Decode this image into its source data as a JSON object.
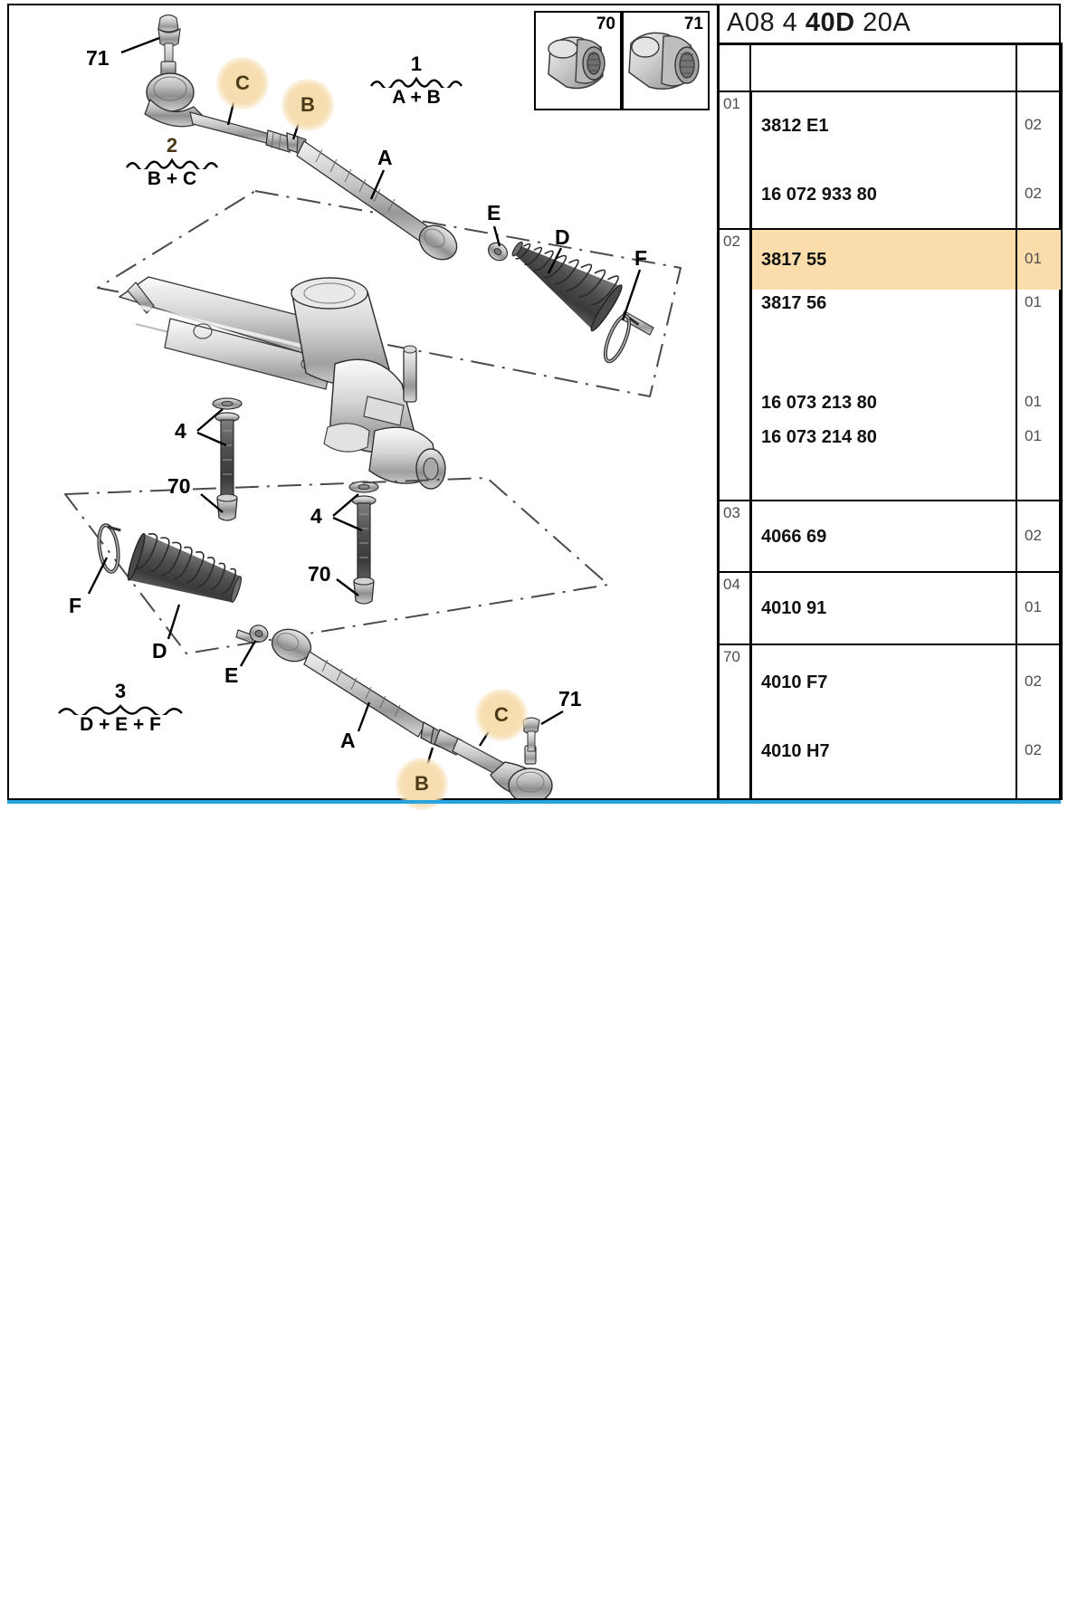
{
  "header": {
    "code_prefix": "A08",
    "code_mid": "4",
    "code_bold": "40D",
    "code_suffix": "20A",
    "full": "A08 4 40D 20A"
  },
  "thumbnails": [
    {
      "id": "thumb-70",
      "number": "70",
      "caption": "nut-fastener-thumbnail"
    },
    {
      "id": "thumb-71",
      "number": "71",
      "caption": "castellated-nut-thumbnail"
    }
  ],
  "table": {
    "quantity_column_header": "",
    "groups": [
      {
        "index": "01",
        "rows": [
          {
            "part_number": "3812 E1",
            "quantity": "02",
            "highlighted": false
          },
          {
            "part_number": "16 072 933 80",
            "quantity": "02",
            "highlighted": false
          }
        ]
      },
      {
        "index": "02",
        "rows": [
          {
            "part_number": "3817 55",
            "quantity": "01",
            "highlighted": true
          },
          {
            "part_number": "3817 56",
            "quantity": "01",
            "highlighted": false
          },
          {
            "part_number": "16 073 213 80",
            "quantity": "01",
            "highlighted": false
          },
          {
            "part_number": "16 073 214 80",
            "quantity": "01",
            "highlighted": false
          }
        ]
      },
      {
        "index": "03",
        "rows": [
          {
            "part_number": "4066 69",
            "quantity": "02",
            "highlighted": false
          }
        ]
      },
      {
        "index": "04",
        "rows": [
          {
            "part_number": "4010 91",
            "quantity": "01",
            "highlighted": false
          }
        ]
      },
      {
        "index": "70",
        "rows": [
          {
            "part_number": "4010 F7",
            "quantity": "02",
            "highlighted": false
          },
          {
            "part_number": "4010 H7",
            "quantity": "02",
            "highlighted": false
          }
        ]
      }
    ]
  },
  "diagram": {
    "title": "steering-rack-tie-rod-exploded-view",
    "callouts": {
      "top_71": "71",
      "top_C": "C",
      "top_B": "B",
      "top_A": "A",
      "top_E": "E",
      "top_D": "D",
      "top_F": "F",
      "mid_4_left": "4",
      "mid_4_right": "4",
      "mid_70_left": "70",
      "mid_70_right": "70",
      "bot_F": "F",
      "bot_D": "D",
      "bot_E": "E",
      "bot_A": "A",
      "bot_B": "B",
      "bot_C": "C",
      "bot_71": "71"
    },
    "kits": [
      {
        "number": "1",
        "contents": "A + B"
      },
      {
        "number": "2",
        "contents": "B + C"
      },
      {
        "number": "3",
        "contents": "D + E + F"
      }
    ]
  },
  "colors": {
    "highlight": "#fbdcab",
    "callout_bubble": "#f6dcab",
    "rule_blue": "#29a3dd",
    "line": "#000000"
  }
}
